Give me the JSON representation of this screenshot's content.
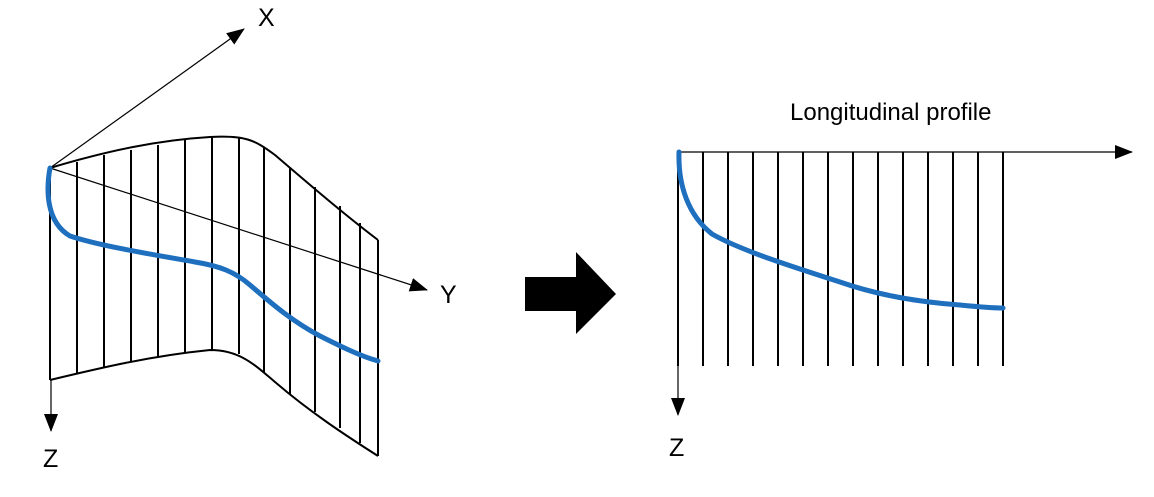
{
  "left_panel": {
    "axis_x_label": "X",
    "axis_y_label": "Y",
    "axis_z_label": "Z"
  },
  "right_panel": {
    "title": "Longitudinal profile",
    "axis_z_label": "Z"
  },
  "colors": {
    "line": "#000000",
    "curve": "#1f6fbf",
    "arrow": "#000000"
  }
}
